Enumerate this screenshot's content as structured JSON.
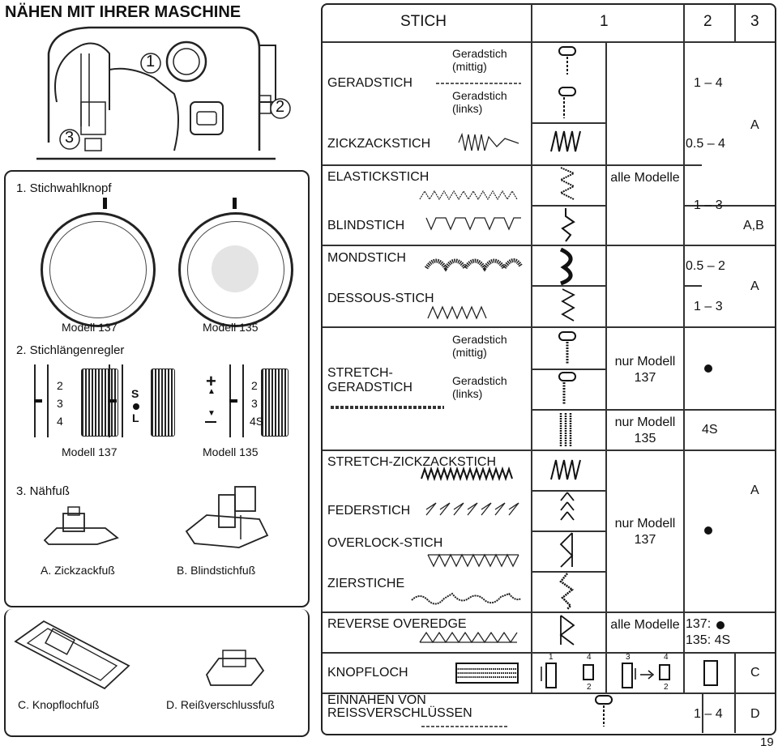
{
  "page_title": "NÄHEN MIT IHRER MASCHINE",
  "machine_callouts": [
    "1",
    "2",
    "3"
  ],
  "sections": {
    "stitch_selector": "1. Stichwahlknopf",
    "stitch_length": "2. Stichlängenregler",
    "presser_foot": "3. Nähfuß"
  },
  "model_labels": {
    "m137": "Modell 137",
    "m135": "Modell 135"
  },
  "length_dial_a": [
    "2",
    "3",
    "4"
  ],
  "length_dial_b": [
    "S",
    "L"
  ],
  "length_dial_c": [
    "2",
    "3",
    "4S"
  ],
  "feet": {
    "a": "A. Zickzackfuß",
    "b": "B. Blindstichfuß",
    "c": "C. Knopflochfuß",
    "d": "D. Reißverschlussfuß"
  },
  "table": {
    "headers": [
      "STICH",
      "1",
      "2",
      "3"
    ],
    "rows": {
      "geradstich": "GERADSTICH",
      "geradstich_mittig": "Geradstich (mittig)",
      "geradstich_links": "Geradstich (links)",
      "zickzack": "ZICKZACKSTICH",
      "elastic": "ELASTICKSTICH",
      "blind": "BLINDSTICH",
      "mond": "MONDSTICH",
      "dessous": "DESSOUS-STICH",
      "stretch_gerad_1": "STRETCH-",
      "stretch_gerad_2": "GERADSTICH",
      "stretch_zz": "STRETCH-ZICKZACKSTICH",
      "feder": "FEDERSTICH",
      "overlock": "OVERLOCK-STICH",
      "zier": "ZIERSTICHE",
      "reverse": "REVERSE OVEREDGE",
      "knopfloch": "KNOPFLOCH",
      "einnaehen_1": "EINNÄHEN VON",
      "einnaehen_2": "REISSVERSCHLÜSSEN"
    },
    "col1": {
      "alle_modelle": "alle Modelle",
      "nur137": "nur Modell 137",
      "nur135": "nur Modell 135",
      "alle_modelle_2": "alle Modelle"
    },
    "col2": {
      "r1": "1 – 4",
      "r2": "0.5 – 4",
      "r3": "1 – 3",
      "r4": "0.5 – 2",
      "r5": "1 – 3",
      "r6": "4S",
      "r7a": "137:",
      "r7b": "135: 4S",
      "r8": "1 – 4"
    },
    "col3": {
      "a1": "A",
      "ab": "A,B",
      "a2": "A",
      "a3": "A",
      "c": "C",
      "d": "D"
    },
    "buttonhole_steps": [
      "1",
      "4",
      "2",
      "3",
      "4",
      "2"
    ]
  },
  "page_number": "19"
}
